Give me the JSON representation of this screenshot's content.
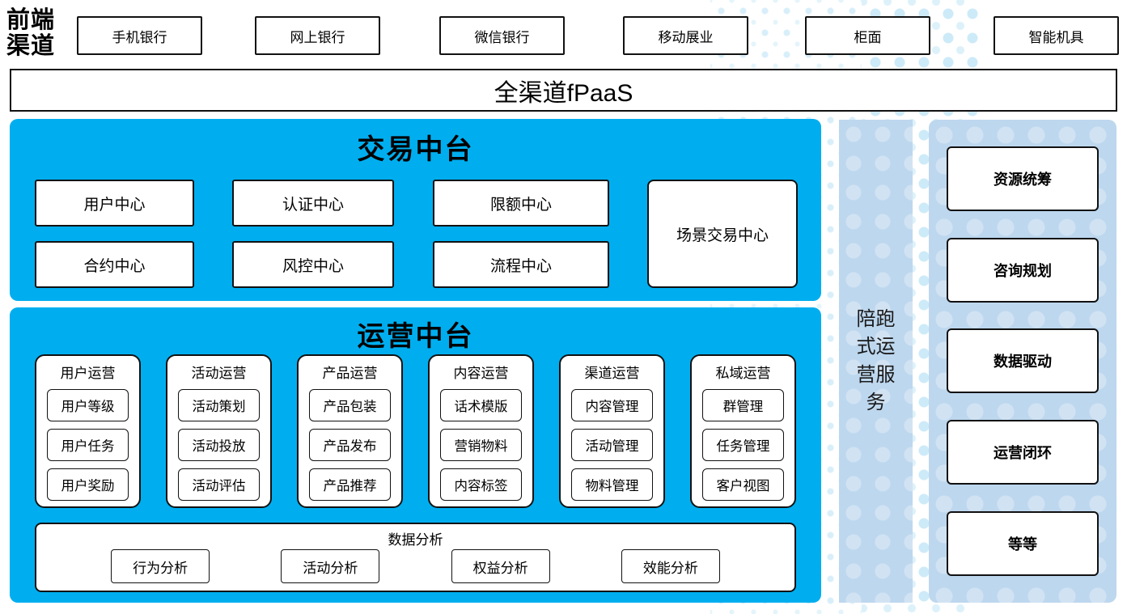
{
  "front": {
    "label": "前端渠道"
  },
  "channels": [
    "手机银行",
    "网上银行",
    "微信银行",
    "移动展业",
    "柜面",
    "智能机具"
  ],
  "fpaas": {
    "label": "全渠道fPaaS"
  },
  "trade": {
    "title": "交易中台",
    "boxes": [
      "用户中心",
      "认证中心",
      "限额中心",
      "合约中心",
      "风控中心",
      "流程中心"
    ],
    "tall_box": "场景交易中心"
  },
  "ops": {
    "title": "运营中台",
    "columns": [
      {
        "title": "用户运营",
        "items": [
          "用户等级",
          "用户任务",
          "用户奖励"
        ]
      },
      {
        "title": "活动运营",
        "items": [
          "活动策划",
          "活动投放",
          "活动评估"
        ]
      },
      {
        "title": "产品运营",
        "items": [
          "产品包装",
          "产品发布",
          "产品推荐"
        ]
      },
      {
        "title": "内容运营",
        "items": [
          "话术模版",
          "营销物料",
          "内容标签"
        ]
      },
      {
        "title": "渠道运营",
        "items": [
          "内容管理",
          "活动管理",
          "物料管理"
        ]
      },
      {
        "title": "私域运营",
        "items": [
          "群管理",
          "任务管理",
          "客户视图"
        ]
      }
    ],
    "analytics": {
      "title": "数据分析",
      "items": [
        "行为分析",
        "活动分析",
        "权益分析",
        "效能分析"
      ]
    }
  },
  "side_service": {
    "label": "陪跑式运营服务"
  },
  "right_panel": {
    "items": [
      "资源统筹",
      "咨询规划",
      "数据驱动",
      "运营闭环",
      "等等"
    ]
  },
  "colors": {
    "accent_blue": "#00AEEF",
    "panel_light_blue": "#BDD7EE",
    "dot_blue": "#C9E8F7",
    "border_black": "#111111"
  }
}
